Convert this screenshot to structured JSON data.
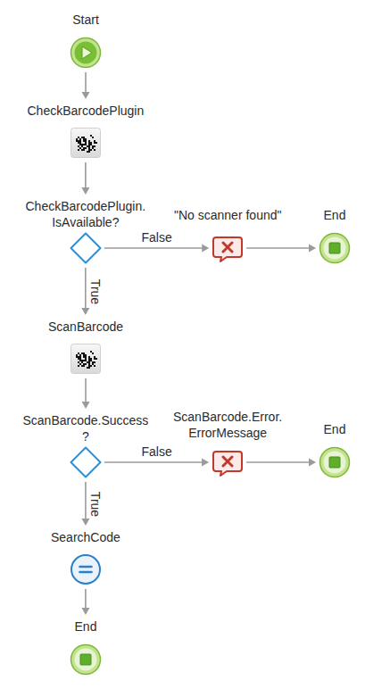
{
  "diagram": {
    "nodes": [
      {
        "text": [
          "Start"
        ]
      },
      {
        "text": [
          "CheckBarcodePlugin"
        ]
      },
      {
        "text": [
          "CheckBarcodePlugin. IsAvailable?"
        ]
      },
      {
        "text": [
          "\"No scanner found\""
        ]
      },
      {
        "text": [
          "End"
        ]
      },
      {
        "text": [
          "ScanBarcode"
        ]
      },
      {
        "text": [
          "ScanBarcode.Success ?"
        ]
      },
      {
        "text": [
          "ScanBarcode.Error. ErrorMessage"
        ]
      },
      {
        "text": [
          "End"
        ]
      },
      {
        "text": [
          "SearchCode"
        ]
      },
      {
        "text": [
          "End"
        ]
      }
    ],
    "edges": [
      {
        "from": 0,
        "to": 1,
        "arrow": "to"
      },
      {
        "from": 1,
        "to": 2,
        "arrow": "to"
      },
      {
        "from": 2,
        "to": 3,
        "label": "False",
        "arrow": "to"
      },
      {
        "from": 3,
        "to": 4,
        "arrow": "to"
      },
      {
        "from": 2,
        "to": 5,
        "label": "True",
        "arrow": "to"
      },
      {
        "from": 5,
        "to": 6,
        "arrow": "to"
      },
      {
        "from": 6,
        "to": 7,
        "label": "False",
        "arrow": "to"
      },
      {
        "from": 7,
        "to": 8,
        "arrow": "to"
      },
      {
        "from": 6,
        "to": 9,
        "label": "True",
        "arrow": "to"
      },
      {
        "from": 9,
        "to": 10,
        "arrow": "to"
      }
    ]
  }
}
